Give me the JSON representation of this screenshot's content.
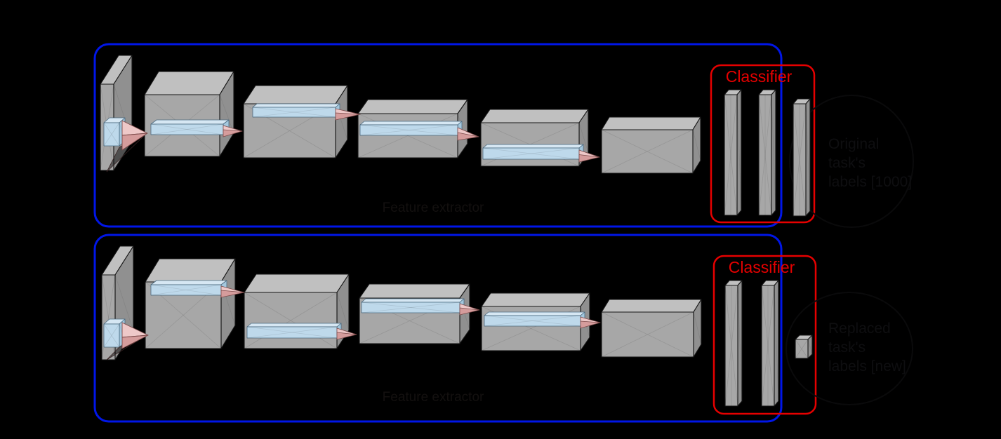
{
  "colors": {
    "background": "#000000",
    "frame_blue": "#0016e8",
    "frame_red": "#e60000",
    "classifier_text_red": "#e60000",
    "box_gray_front": "#a7a7a7",
    "box_gray_top": "#c0c0c0",
    "box_gray_side": "#909090",
    "slab_blue_front": "#bed9eb",
    "slab_blue_top": "#d6e7f3",
    "slab_blue_side": "#a4c8de",
    "cone_pink_light": "#eec8c8",
    "cone_pink_dark": "#d59c9c",
    "faint_text": "#0e0e10"
  },
  "networks": {
    "top": {
      "classifier_label": "Classifier",
      "feature_extractor_label": "Feature extractor",
      "annotation_lines": [
        "Original",
        "task's",
        "labels [1000]"
      ],
      "conv_block_count": 6,
      "classifier_bars": {
        "tall": 3,
        "small": 0
      }
    },
    "bottom": {
      "classifier_label": "Classifier",
      "feature_extractor_label": "Feature extractor",
      "annotation_lines": [
        "Replaced",
        "task's",
        "labels [new]"
      ],
      "conv_block_count": 6,
      "classifier_bars": {
        "tall": 2,
        "small": 1
      }
    }
  }
}
